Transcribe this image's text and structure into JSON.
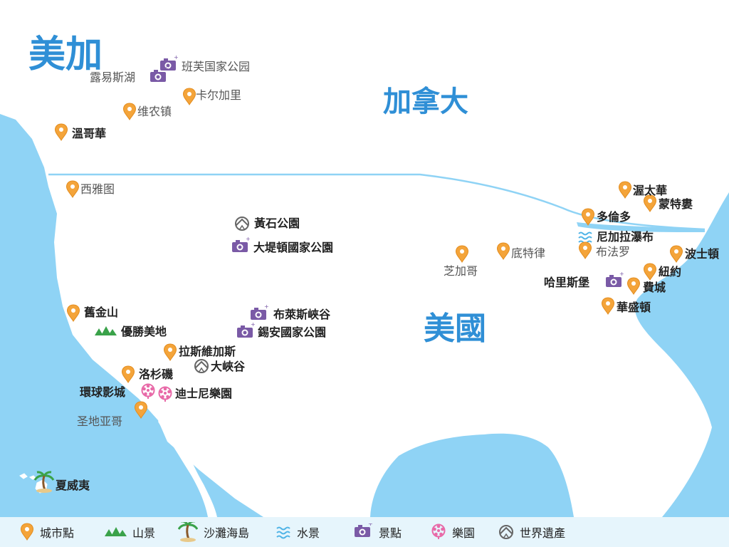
{
  "titles": {
    "region": "美加",
    "canada": "加拿大",
    "usa": "美國"
  },
  "places": [
    {
      "id": "banff",
      "label": "班芙国家公园",
      "type": "attraction"
    },
    {
      "id": "lake-louise",
      "label": "露易斯湖",
      "type": "attraction"
    },
    {
      "id": "calgary",
      "label": "卡尔加里",
      "type": "city"
    },
    {
      "id": "vernon",
      "label": "维农镇",
      "type": "city"
    },
    {
      "id": "vancouver",
      "label": "溫哥華",
      "type": "city"
    },
    {
      "id": "seattle",
      "label": "西雅图",
      "type": "city"
    },
    {
      "id": "yellowstone",
      "label": "黃石公園",
      "type": "heritage"
    },
    {
      "id": "grand-teton",
      "label": "大堤頓國家公園",
      "type": "attraction"
    },
    {
      "id": "san-francisco",
      "label": "舊金山",
      "type": "city"
    },
    {
      "id": "yosemite",
      "label": "優勝美地",
      "type": "mountain"
    },
    {
      "id": "bryce",
      "label": "布萊斯峽谷",
      "type": "attraction"
    },
    {
      "id": "zion",
      "label": "錫安國家公園",
      "type": "attraction"
    },
    {
      "id": "las-vegas",
      "label": "拉斯維加斯",
      "type": "city"
    },
    {
      "id": "grand-canyon",
      "label": "大峽谷",
      "type": "heritage"
    },
    {
      "id": "los-angeles",
      "label": "洛杉磯",
      "type": "city"
    },
    {
      "id": "universal",
      "label": "環球影城",
      "type": "park"
    },
    {
      "id": "disneyland",
      "label": "迪士尼樂園",
      "type": "park"
    },
    {
      "id": "san-diego",
      "label": "圣地亚哥",
      "type": "city"
    },
    {
      "id": "hawaii",
      "label": "夏威夷",
      "type": "beach"
    },
    {
      "id": "ottawa",
      "label": "渥太華",
      "type": "city"
    },
    {
      "id": "montreal",
      "label": "蒙特婁",
      "type": "city"
    },
    {
      "id": "toronto",
      "label": "多倫多",
      "type": "city"
    },
    {
      "id": "niagara",
      "label": "尼加拉瀑布",
      "type": "water"
    },
    {
      "id": "buffalo",
      "label": "布法罗",
      "type": "city"
    },
    {
      "id": "chicago",
      "label": "芝加哥",
      "type": "city"
    },
    {
      "id": "detroit",
      "label": "底特律",
      "type": "city"
    },
    {
      "id": "boston",
      "label": "波士頓",
      "type": "city"
    },
    {
      "id": "new-york",
      "label": "紐約",
      "type": "city"
    },
    {
      "id": "harrisburg",
      "label": "哈里斯堡",
      "type": "attraction"
    },
    {
      "id": "philadelphia",
      "label": "費城",
      "type": "city"
    },
    {
      "id": "washington",
      "label": "華盛頓",
      "type": "city"
    }
  ],
  "legend": [
    {
      "id": "city",
      "label": "城市點"
    },
    {
      "id": "mountain",
      "label": "山景"
    },
    {
      "id": "beach",
      "label": "沙灘海島"
    },
    {
      "id": "water",
      "label": "水景"
    },
    {
      "id": "attraction",
      "label": "景點"
    },
    {
      "id": "park",
      "label": "樂園"
    },
    {
      "id": "heritage",
      "label": "世界遺產"
    }
  ],
  "colors": {
    "ocean": "#8fd3f5",
    "land": "#ffffff",
    "border": "#8fd3f5",
    "title": "#2f8fd6",
    "pin": "#f4a43a",
    "attraction": "#7a5aa6",
    "park": "#e86aa8",
    "mountain": "#3aa24a",
    "heritage": "#666666",
    "legend_bg": "#e6f5fc"
  }
}
